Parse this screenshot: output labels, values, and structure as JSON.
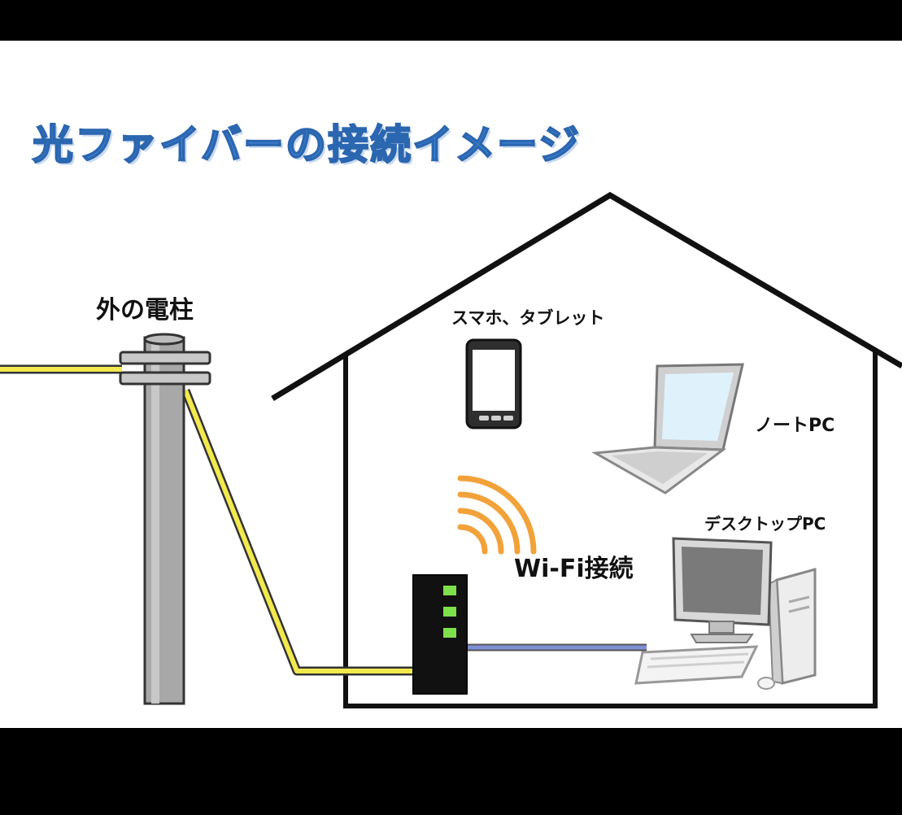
{
  "title": "光ファイバーの接続イメージ",
  "labels": {
    "pole": "外の電柱",
    "phone": "スマホ、タブレット",
    "laptop": "ノートPC",
    "desktop": "デスクトップPC",
    "wifi": "Wi-Fi接続"
  },
  "icons": {
    "pole": "utility-pole-icon",
    "house": "house-icon",
    "phone": "smartphone-icon",
    "laptop": "laptop-icon",
    "desktop": "desktop-pc-icon",
    "router": "router-icon",
    "wifi": "wifi-signal-icon"
  },
  "colors": {
    "title_fill": "#4a90e2",
    "fiber_cable": "#f2e94e",
    "lan_cable": "#7f8fd6",
    "wifi_waves": "#f2a23a",
    "router_led": "#7ee04a"
  }
}
